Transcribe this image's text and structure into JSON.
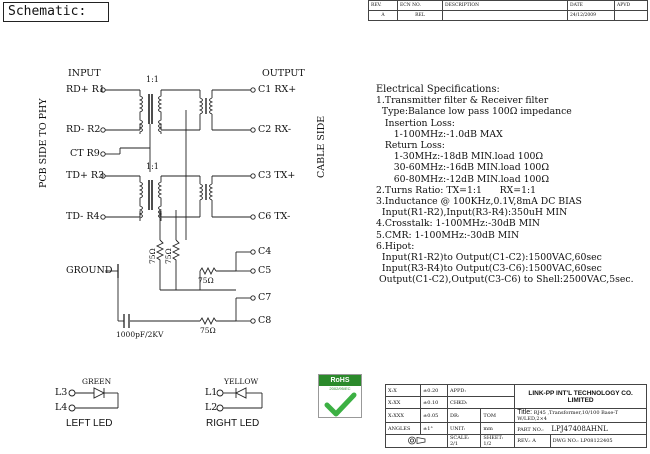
{
  "header": {
    "title": "Schematic:"
  },
  "revision_table": {
    "headers": [
      "REV.",
      "ECN NO.",
      "DESCRIPTION",
      "DATE",
      "APVD"
    ],
    "row": {
      "rev": "A",
      "ecn": "REL",
      "description": "",
      "date": "24/12/2009",
      "apvd": ""
    }
  },
  "schematic": {
    "input_label": "INPUT",
    "output_label": "OUTPUT",
    "side_left": "PCB SIDE TO PHY",
    "side_right": "CABLE SIDE",
    "ratio_top": "1:1",
    "ratio_bottom": "1:1",
    "pins_left": [
      "RD+ R1",
      "RD- R2",
      "CT R9",
      "TD+ R3",
      "TD- R4"
    ],
    "pins_right": [
      "C1 RX+",
      "C2 RX-",
      "C3 TX+",
      "C6 TX-",
      "C4",
      "C5",
      "C7",
      "C8"
    ],
    "ground_label": "GROUND",
    "resistor_label": "75Ω",
    "capacitor_label": "1000pF/2KV"
  },
  "leds": {
    "left": {
      "color_label": "GREEN",
      "pins": [
        "L3",
        "L4"
      ],
      "caption": "LEFT LED"
    },
    "right": {
      "color_label": "YELLOW",
      "pins": [
        "L1",
        "L2"
      ],
      "caption": "RIGHT LED"
    }
  },
  "rohs": {
    "label": "RoHS",
    "sub": "2002/95/EC"
  },
  "specs": {
    "heading": "Electrical Specifications:",
    "lines": [
      "1.Transmitter filter & Receiver filter",
      "  Type:Balance low pass 100Ω impedance",
      "   Insertion Loss:",
      "      1-100MHz:-1.0dB MAX",
      "   Return Loss:",
      "      1-30MHz:-18dB MIN.load 100Ω",
      "      30-60MHz:-16dB MIN.load 100Ω",
      "      60-80MHz:-12dB MIN.load 100Ω",
      "2.Turns Ratio: TX=1:1      RX=1:1",
      "3.Inductance @ 100KHz,0.1V,8mA DC BIAS",
      "  Input(R1-R2),Input(R3-R4):350uH MIN",
      "4.Crosstalk: 1-100MHz:-30dB MIN",
      "5.CMR: 1-100MHz:-30dB MIN",
      "6.Hipot:",
      "  Input(R1-R2)to Output(C1-C2):1500VAC,60sec",
      "  Input(R3-R4)to Output(C3-C6):1500VAC,60sec",
      " Output(C1-C2),Output(C3-C6) to Shell:2500VAC,5sec."
    ]
  },
  "title_block": {
    "tol_x": "X:X",
    "tol_x_val": "±0.20",
    "appd": "APPD:",
    "tol_xx": "X:XX",
    "tol_xx_val": "±0.10",
    "chkd": "CHKD:",
    "tol_xxx": "X:XXX",
    "tol_xxx_val": "±0.05",
    "dr": "DR:",
    "dr_val": "TOM",
    "angles": "ANGLES",
    "angles_val": "±1°",
    "unit": "UNIT:",
    "unit_val": "mm",
    "scale": "SCALE:",
    "scale_val": "2/1",
    "sheet": "SHEET:",
    "sheet_val": "1/2",
    "rev": "REV.:",
    "rev_val": "A",
    "dwg": "DWG NO.:",
    "dwg_val": "LP08122405",
    "company": "LINK-PP INT'L TECHNOLOGY CO. LIMITED",
    "title_label": "Title:",
    "title_val": "RJ45 ,Transformer,10/100 Base-T W/LED,2×4",
    "part_label": "PART NO.:",
    "part_val": "LPJ47408AHNL"
  }
}
